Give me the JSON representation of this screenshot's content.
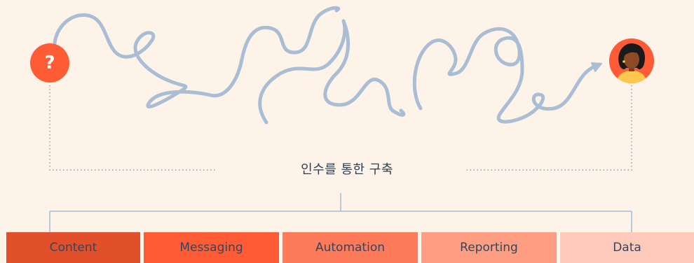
{
  "diagram": {
    "center_label": "인수를 통한 구축",
    "start_badge": {
      "symbol": "?",
      "icon": "question-icon",
      "color": "#ff5c35"
    },
    "end_badge": {
      "icon": "customer-avatar-icon",
      "color": "#ff5c35"
    },
    "path_color": "#a9bdd4",
    "segments": [
      {
        "label": "Content",
        "color": "#e2502b"
      },
      {
        "label": "Messaging",
        "color": "#ff5c35"
      },
      {
        "label": "Automation",
        "color": "#ff7a59"
      },
      {
        "label": "Reporting",
        "color": "#ff9e82"
      },
      {
        "label": "Data",
        "color": "#ffcabb"
      }
    ]
  }
}
